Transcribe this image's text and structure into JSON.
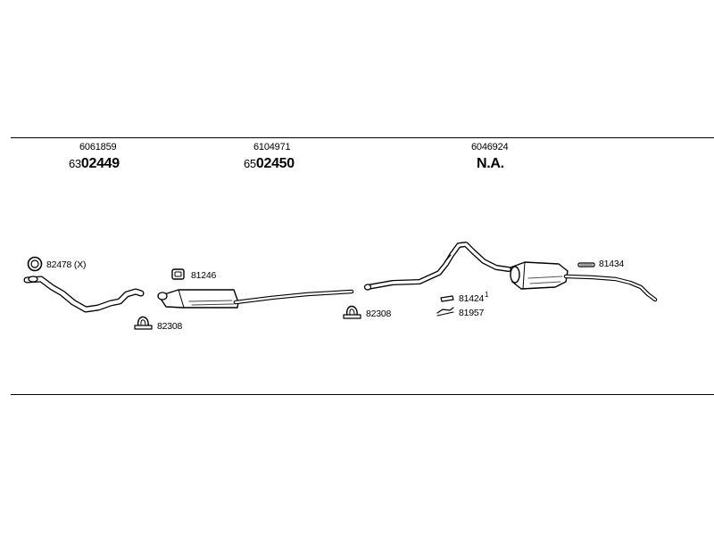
{
  "sections": [
    {
      "small_number": "6061859",
      "prefix": "63",
      "main": "02449"
    },
    {
      "small_number": "6104971",
      "prefix": "65",
      "main": "02450"
    },
    {
      "small_number": "6046924",
      "prefix": "",
      "main": "N.A."
    }
  ],
  "components": {
    "ring": "82478 (X)",
    "clamp_1": "82308",
    "hanger_1": "81246",
    "clamp_2": "82308",
    "bracket_1": "81424",
    "bracket_1_mark": "1",
    "bracket_2": "81957",
    "strap": "81434"
  }
}
